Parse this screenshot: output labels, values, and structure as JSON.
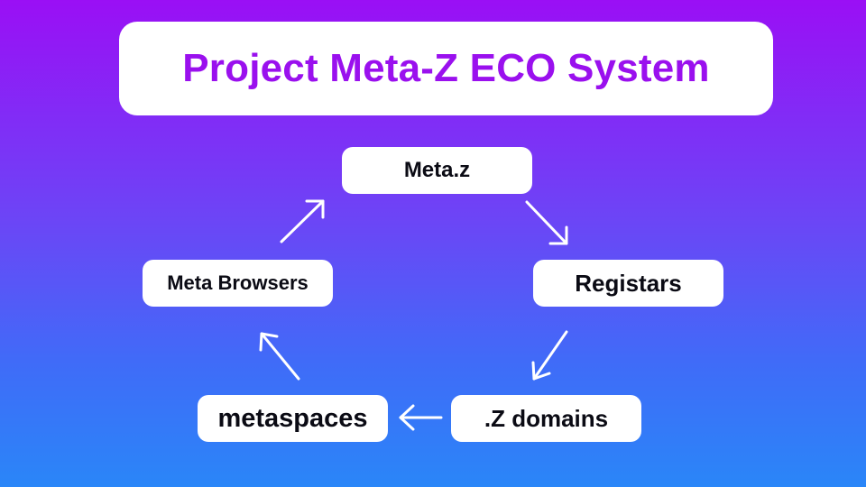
{
  "title": "Project Meta-Z ECO System",
  "nodes": {
    "metaz": "Meta.z",
    "registars": "Registars",
    "zdomains": ".Z domains",
    "metaspaces": "metaspaces",
    "browsers": "Meta Browsers"
  },
  "colors": {
    "gradient_top": "#9a0ff5",
    "gradient_bottom": "#2a86f8",
    "title_text": "#9a10ee",
    "box_background": "#ffffff",
    "arrow": "#ffffff"
  }
}
